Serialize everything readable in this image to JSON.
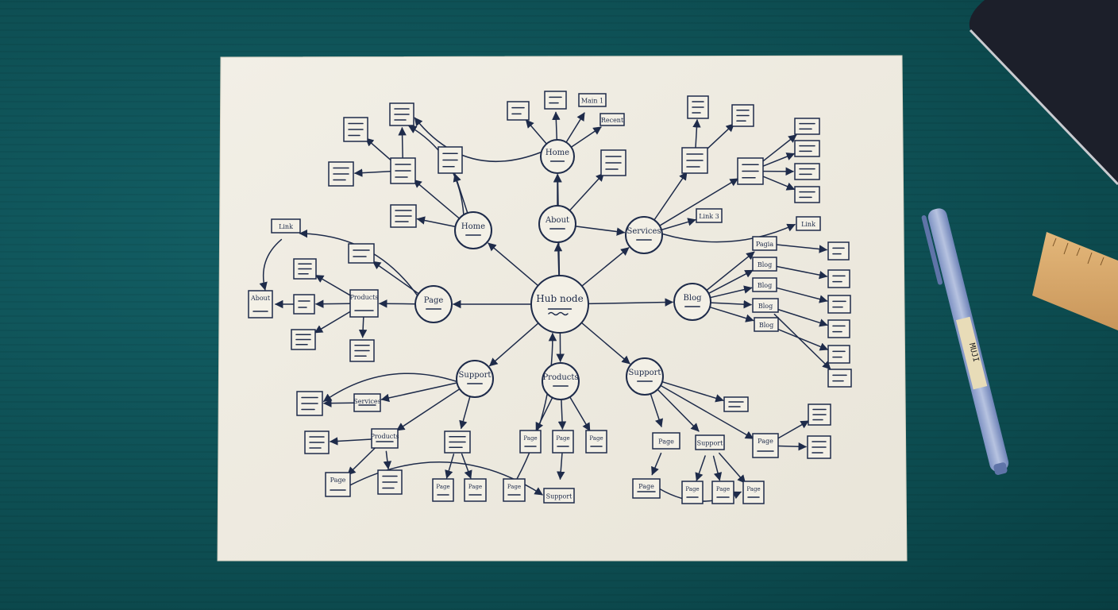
{
  "colors": {
    "ink": "#1e2b4a",
    "paper": "#efece2",
    "table": "#0f5357",
    "pen": "#2f4a8c",
    "ruler": "#d8a866",
    "notebook": "#1c1f2a"
  },
  "hub": {
    "label": "Hub node"
  },
  "primary_nodes": [
    {
      "id": "home_top",
      "label": "Home"
    },
    {
      "id": "home",
      "label": "Home"
    },
    {
      "id": "about",
      "label": "About"
    },
    {
      "id": "services",
      "label": "Services"
    },
    {
      "id": "page",
      "label": "Page"
    },
    {
      "id": "blog",
      "label": "Blog"
    },
    {
      "id": "support_left",
      "label": "Support"
    },
    {
      "id": "products",
      "label": "Products"
    },
    {
      "id": "support_right",
      "label": "Support"
    }
  ],
  "labeled_boxes": [
    {
      "id": "link_left",
      "label": "Link"
    },
    {
      "id": "main1",
      "label": "Main 1"
    },
    {
      "id": "recent",
      "label": "Recent"
    },
    {
      "id": "link3",
      "label": "Link 3"
    },
    {
      "id": "link_right",
      "label": "Link"
    },
    {
      "id": "about_box",
      "label": "About"
    },
    {
      "id": "products_box",
      "label": "Products"
    },
    {
      "id": "services_box",
      "label": "Services"
    },
    {
      "id": "products2_box",
      "label": "Products"
    },
    {
      "id": "page_bl",
      "label": "Page"
    },
    {
      "id": "pagia",
      "label": "Pagia"
    },
    {
      "id": "blog1",
      "label": "Blog"
    },
    {
      "id": "blog2",
      "label": "Blog"
    },
    {
      "id": "blog3",
      "label": "Blog"
    },
    {
      "id": "blog4",
      "label": "Blog"
    },
    {
      "id": "support_box",
      "label": "Support"
    },
    {
      "id": "support_box2",
      "label": "Support"
    },
    {
      "id": "page_s1",
      "label": "Page"
    },
    {
      "id": "page_s2",
      "label": "Page"
    },
    {
      "id": "page_s3",
      "label": "Page"
    },
    {
      "id": "page_p1",
      "label": "Page"
    },
    {
      "id": "page_p2",
      "label": "Page"
    },
    {
      "id": "page_p3",
      "label": "Page"
    },
    {
      "id": "page_r1",
      "label": "Page"
    },
    {
      "id": "page_r2",
      "label": "Page"
    },
    {
      "id": "page_r3",
      "label": "Page"
    },
    {
      "id": "page_ss1",
      "label": "Page"
    },
    {
      "id": "page_ss2",
      "label": "Page"
    },
    {
      "id": "page_ss3",
      "label": "Page"
    }
  ],
  "pen_label": "MUJI"
}
